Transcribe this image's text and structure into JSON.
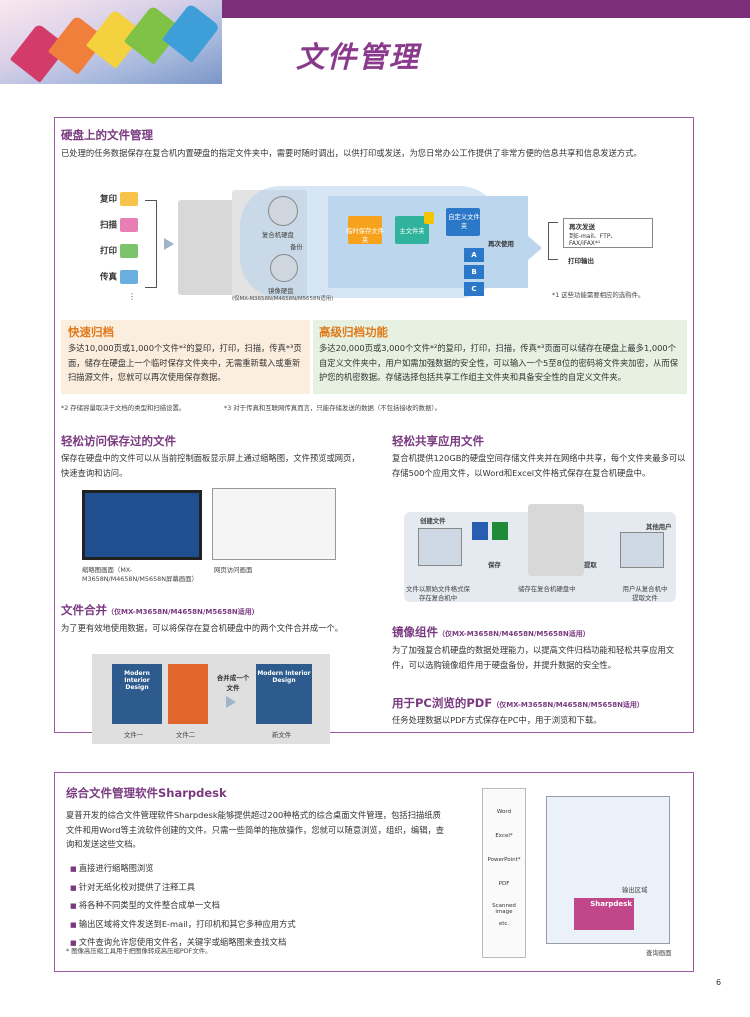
{
  "page": {
    "title": "文件管理",
    "number": "6"
  },
  "hdd": {
    "heading": "硬盘上的文件管理",
    "body": "已处理的任务数据保存在复合机内置硬盘的指定文件夹中，需要时随时调出，以供打印或发送，为您日常办公工作提供了非常方便的信息共享和信息发送方式。",
    "inputs": [
      "复印",
      "扫描",
      "打印",
      "传真"
    ],
    "more": "⋮",
    "hdd_label": "复合机硬盘",
    "backup_label": "备份",
    "mirror_label": "镜像硬盘",
    "mirror_note": "(仅MX-M3658N/M4658N/M5658N适用)",
    "folders": [
      "临时保存文件夹",
      "主文件夹",
      "自定义文件夹"
    ],
    "sub": [
      "A",
      "B",
      "C"
    ],
    "reuse": "再次使用",
    "out_send": "再次发送",
    "out_send_detail": "到E-mail、FTP、FAX/iFAX*¹",
    "out_print": "打印输出",
    "note1": "*1 这些功能需要相应的选购件。"
  },
  "quick": {
    "heading": "快速归档",
    "body": "多达10,000页或1,000个文件*²的复印，打印，扫描，传真*³页面，储存在硬盘上一个临时保存文件夹中，无需重新载入或重新扫描源文件，您就可以再次使用保存数据。"
  },
  "advanced": {
    "heading": "高级归档功能",
    "body": "多达20,000页或3,000个文件*²的复印，打印，扫描，传真*³页面可以储存在硬盘上最多1,000个自定义文件夹中，用户如需加强数据的安全性，可以输入一个5至8位的密码将文件夹加密，从而保护您的机密数据。存储选择包括共享工作组主文件夹和具备安全性的自定义文件夹。"
  },
  "notes": {
    "n2": "*2 存储容量取决于文档的类型和扫描设置。",
    "n3": "*3 对于传真和互联网传真而言，只能存储发送的数据（不包括接收的数据）。"
  },
  "access": {
    "heading": "轻松访问保存过的文件",
    "body": "保存在硬盘中的文件可以从当前控制面板显示屏上通过缩略图，文件预览或网页，快速查询和访问。",
    "cap1": "缩略图画面（MX-M3658N/M4658N/M5658N屏幕画面）",
    "cap2": "网页访问画面"
  },
  "merge": {
    "heading": "文件合并",
    "suffix": "（仅MX-M3658N/M4658N/M5658N适用）",
    "body": "为了更有效地使用数据，可以将保存在复合机硬盘中的两个文件合并成一个。",
    "doc_title": "Modern Interior Design",
    "arrow_label": "合并成一个文件",
    "doc1": "文件一",
    "doc2": "文件二",
    "doc3": "新文件"
  },
  "share": {
    "heading": "轻松共享应用文件",
    "body": "复合机提供120GB的硬盘空间存储文件夹并在网络中共享，每个文件夹最多可以存储500个应用文件，以Word和Excel文件格式保存在复合机硬盘中。",
    "create": "创建文件",
    "other": "其他用户",
    "save": "保存",
    "fetch": "提取",
    "c1": "文件以原始文件格式保存在复合机中",
    "c2": "储存在复合机硬盘中",
    "c3": "用户从复合机中提取文件"
  },
  "mirror": {
    "heading": "镜像组件",
    "suffix": "（仅MX-M3658N/M4658N/M5658N适用）",
    "body": "为了加强复合机硬盘的数据处理能力，以提高文件归档功能和轻松共享应用文件，可以选购镜像组件用于硬盘备份，并提升数据的安全性。"
  },
  "pdf": {
    "heading": "用于PC浏览的PDF",
    "suffix": "（仅MX-M3658N/M4658N/M5658N适用）",
    "body": "任务处理数据以PDF方式保存在PC中，用于浏览和下载。"
  },
  "sharpdesk": {
    "heading": "综合文件管理软件Sharpdesk",
    "body": "夏普开发的综合文件管理软件Sharpdesk能够提供超过200种格式的综合桌面文件管理，包括扫描纸质文件和用Word等主流软件创建的文件。只需一些简单的拖放操作，您就可以随意浏览，组织，编辑，查询和发送这些文档。",
    "bullets": [
      "直接进行缩略图浏览",
      "针对无纸化校对提供了注释工具",
      "将各种不同类型的文件整合成单一文档",
      "输出区域将文件发送到E-mail，打印机和其它多种应用方式",
      "文件查询允许您使用文件名，关键字或缩略图来查找文档"
    ],
    "note": "* 图像高压缩工具用于把图像转成高压缩PDF文件。",
    "apps": [
      "Word",
      "Excel*",
      "PowerPoint*",
      "PDF",
      "Scanned image",
      "etc."
    ],
    "logo": "Sharpdesk",
    "out_area": "输出区域",
    "search": "查询画面"
  }
}
